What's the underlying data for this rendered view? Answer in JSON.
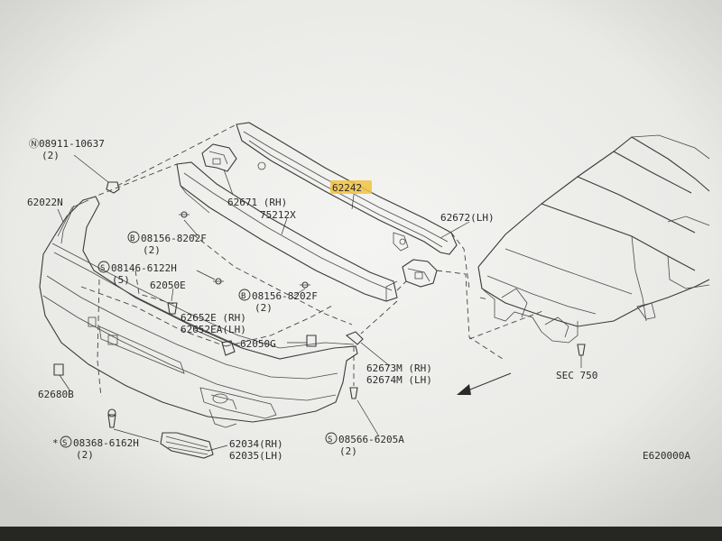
{
  "diagram": {
    "labels": {
      "p_08911": "Ⓝ08911-10637",
      "p_08911_qty": "(2)",
      "p_62022n": "62022N",
      "p_62671": "62671 (RH)",
      "p_62242": "62242",
      "p_75212x": "75212X",
      "p_62672": "62672(LH)",
      "p_08156a": "08156-8202F",
      "p_08156a_qty": "(2)",
      "p_08146": "08146-6122H",
      "p_08146_qty": "(5)",
      "p_62050e": "62050E",
      "p_08156b": "08156-8202F",
      "p_08156b_qty": "(2)",
      "p_62652e": "62652E (RH)",
      "p_62652ea": "62652EA(LH)",
      "p_62050g": "62050G",
      "p_62673m": "62673M (RH)",
      "p_62674m": "62674M (LH)",
      "p_62680b": "62680B",
      "p_sec750": "SEC 750",
      "p_08368_star": "*",
      "p_08368": "08368-6162H",
      "p_08368_qty": "(2)",
      "p_62034": "62034(RH)",
      "p_62035": "62035(LH)",
      "p_08566": "08566-6205A",
      "p_08566_qty": "(2)",
      "figure_code": "E620000A"
    },
    "symbols": {
      "B": "B",
      "S": "S"
    },
    "highlight_color": "#f1c342",
    "paper_color": "#f1f1ef"
  }
}
